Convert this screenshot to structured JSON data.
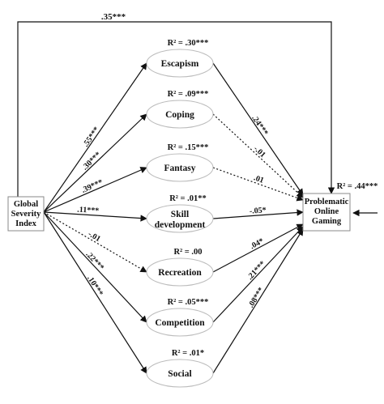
{
  "diagram": {
    "predictor": {
      "lines": [
        "Global",
        "Severity",
        "Index"
      ]
    },
    "outcome": {
      "lines": [
        "Problematic",
        "Online",
        "Gaming"
      ],
      "r2": "R² = .44***"
    },
    "direct_path": ".35***",
    "mediators": [
      {
        "id": "escapism",
        "lines": [
          "Escapism"
        ],
        "r2": "R² = .30***",
        "a_path": ".55***",
        "b_path": ".24***",
        "a_sig": true,
        "b_sig": true
      },
      {
        "id": "coping",
        "lines": [
          "Coping"
        ],
        "r2": "R² = .09***",
        "a_path": ".30***",
        "b_path": "-.01",
        "a_sig": true,
        "b_sig": false
      },
      {
        "id": "fantasy",
        "lines": [
          "Fantasy"
        ],
        "r2": "R² = .15***",
        "a_path": ".39***",
        "b_path": ".01",
        "a_sig": true,
        "b_sig": false
      },
      {
        "id": "skill-development",
        "lines": [
          "Skill",
          "development"
        ],
        "r2": "R² = .01**",
        "a_path": ".11***",
        "b_path": "-.05*",
        "a_sig": true,
        "b_sig": true
      },
      {
        "id": "recreation",
        "lines": [
          "Recreation"
        ],
        "r2": "R² = .00",
        "a_path": "-.01",
        "b_path": ".04*",
        "a_sig": false,
        "b_sig": true
      },
      {
        "id": "competition",
        "lines": [
          "Competition"
        ],
        "r2": "R² = .05***",
        "a_path": ".22***",
        "b_path": ".21***",
        "a_sig": true,
        "b_sig": true
      },
      {
        "id": "social",
        "lines": [
          "Social"
        ],
        "r2": "R² = .01*",
        "a_path": ".10***",
        "b_path": ".08***",
        "a_sig": true,
        "b_sig": true
      }
    ],
    "colors": {
      "line": "#111111",
      "box_border": "#888888",
      "ellipse_border": "#bbbbbb"
    }
  }
}
